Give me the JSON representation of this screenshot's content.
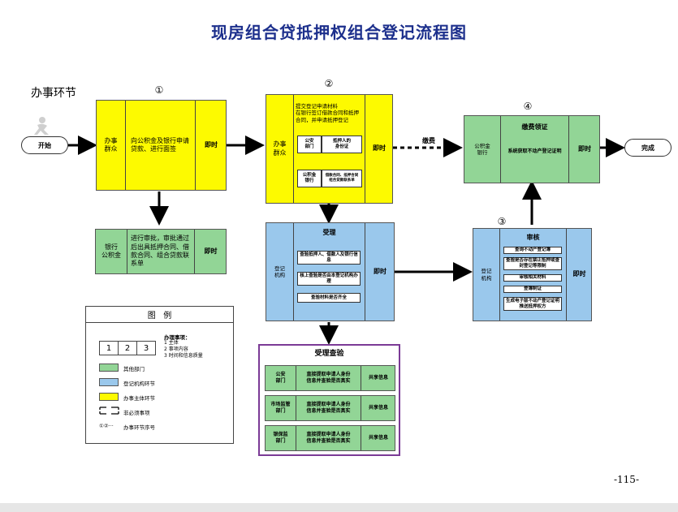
{
  "title": "现房组合贷抵押权组合登记流程图",
  "env_label": "办事环节",
  "step_numbers": [
    "①",
    "②",
    "③",
    "④"
  ],
  "start_label": "开始",
  "end_label": "完成",
  "box1": {
    "left": "办事\n群众",
    "mid": "向公积金及银行申请贷款、进行面签",
    "right": "即时"
  },
  "box_bank": {
    "left": "银行\n公积金",
    "mid": "进行审批，审批通过后出具抵押合同、借款合同、组合贷款联系单",
    "right": "即时"
  },
  "box2": {
    "left": "办事\n群众",
    "mid": "提交登记申请材料\n在银行签订借款合同和抵押合同，并申请抵押登记",
    "inner1": "公安\n部门",
    "inner2": "抵押人的\n身份证",
    "inner3": "公积金\n银行",
    "inner4": "借款合同、抵押合同\n组合贷款联系单",
    "right": "即时"
  },
  "fee_label": "缴费",
  "box4": {
    "left": "公积金\n银行",
    "heading": "缴费领证",
    "mid": "系统获取不动产登记证明",
    "right": "即时"
  },
  "box_accept": {
    "left": "登记\n机构",
    "heading": "受理",
    "items": [
      "查验抵押人、借款人及银行信息",
      "核上查验是否由本登记机构办理",
      "查验材料是否齐全"
    ],
    "right": "即时"
  },
  "box3": {
    "left": "登记\n机构",
    "heading": "审核",
    "items": [
      "查询不动产登记簿",
      "查验是否存在禁止抵押或查封登记等限制",
      "审核相关材料",
      "登簿制证",
      "生成电子版不动产登记证明推送抵押权方"
    ],
    "right": "即时"
  },
  "verify": {
    "heading": "受理查验",
    "rows": [
      {
        "left": "公安\n部门",
        "mid": "直接提取申请人身份\n信息并查验是否真实",
        "right": "共享信息"
      },
      {
        "left": "市场监管\n部门",
        "mid": "直接提取申请人身份\n信息并查验是否真实",
        "right": "共享信息"
      },
      {
        "left": "银保监\n部门",
        "mid": "直接提取申请人身份\n信息并查验是否真实",
        "right": "共享信息"
      }
    ],
    "border_color": "#7b3a96"
  },
  "legend": {
    "title": "图   例",
    "cells": [
      "1",
      "2",
      "3"
    ],
    "items_title": "办理事项：",
    "items": [
      "1 主体",
      "2 事项内容",
      "3 时间和信息质量"
    ],
    "entries": [
      "其他部门",
      "登记机构环节",
      "办事主体环节",
      "非必须事项",
      "办事环节序号"
    ],
    "num_sample": "①②···"
  },
  "colors": {
    "yellow": "#fdfa00",
    "green": "#92d596",
    "blue": "#9ac8ec",
    "title": "#1c2f8c"
  },
  "page_number": "-115-"
}
